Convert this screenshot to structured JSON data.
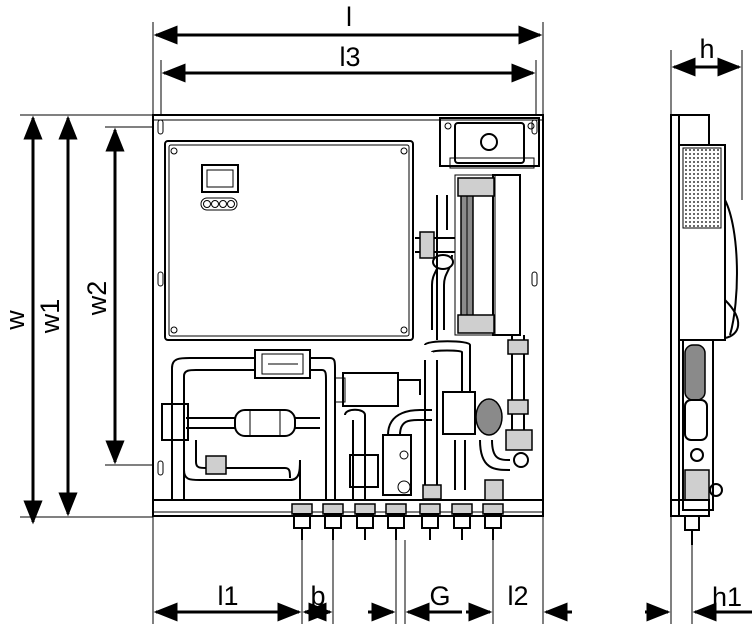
{
  "diagram": {
    "dimensions": {
      "l": "l",
      "l3": "l3",
      "w": "w",
      "w1": "w1",
      "w2": "w2",
      "l1": "l1",
      "b": "b",
      "G": "G",
      "l2": "l2",
      "h": "h",
      "h1": "h1"
    }
  }
}
